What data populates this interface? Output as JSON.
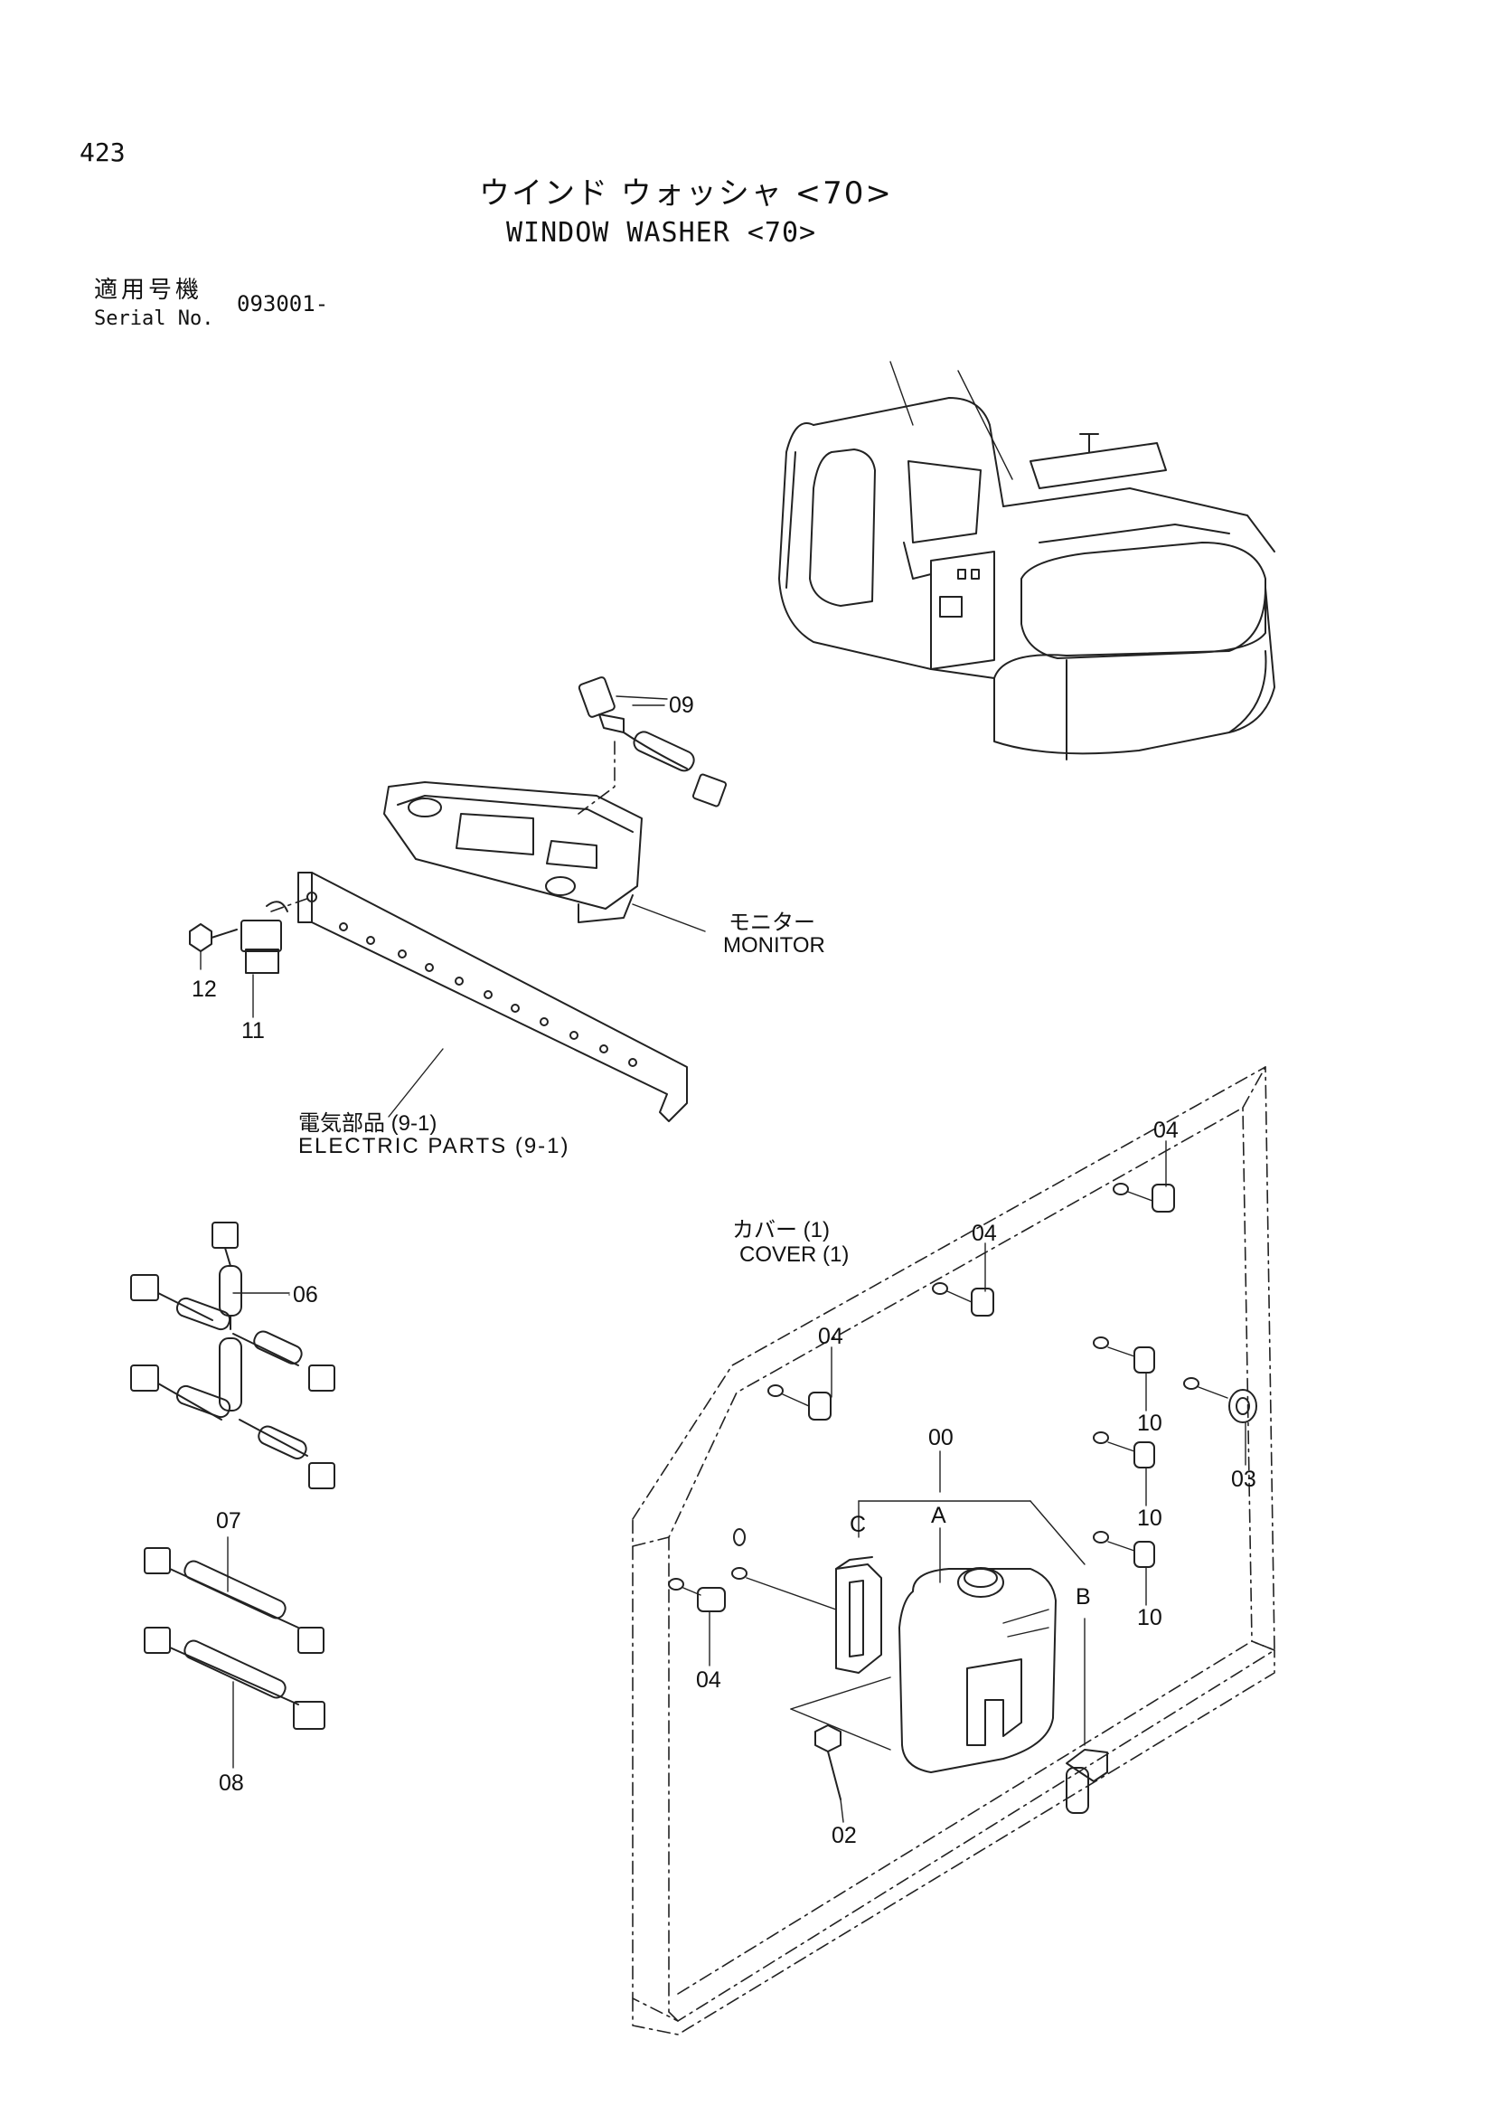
{
  "header": {
    "page_number": "423",
    "title_jp": "ウインド ウォッシャ <70>",
    "title_en": "WINDOW WASHER <70>"
  },
  "serial": {
    "label_jp": "適用号機",
    "label_en": "Serial No.",
    "value": "093001-"
  },
  "labels": {
    "monitor_jp": "モニター",
    "monitor_en": "MONITOR",
    "electric_jp": "電気部品 (9-1)",
    "electric_en": "ELECTRIC PARTS (9-1)",
    "cover_jp": "カバー (1)",
    "cover_en": "COVER (1)"
  },
  "callouts": {
    "p09": "09",
    "p12": "12",
    "p11": "11",
    "p06": "06",
    "p07": "07",
    "p08": "08",
    "p04_top": "04",
    "p04_mid": "04",
    "p04_left": "04",
    "p04_bottom": "04",
    "p10_a": "10",
    "p10_b": "10",
    "p10_c": "10",
    "p03": "03",
    "p00": "00",
    "p02": "02",
    "ref_a": "A",
    "ref_b": "B",
    "ref_c": "C"
  },
  "icons": {
    "excavator": "excavator-overview-icon",
    "monitor": "monitor-panel-icon",
    "tank": "washer-tank-icon"
  }
}
